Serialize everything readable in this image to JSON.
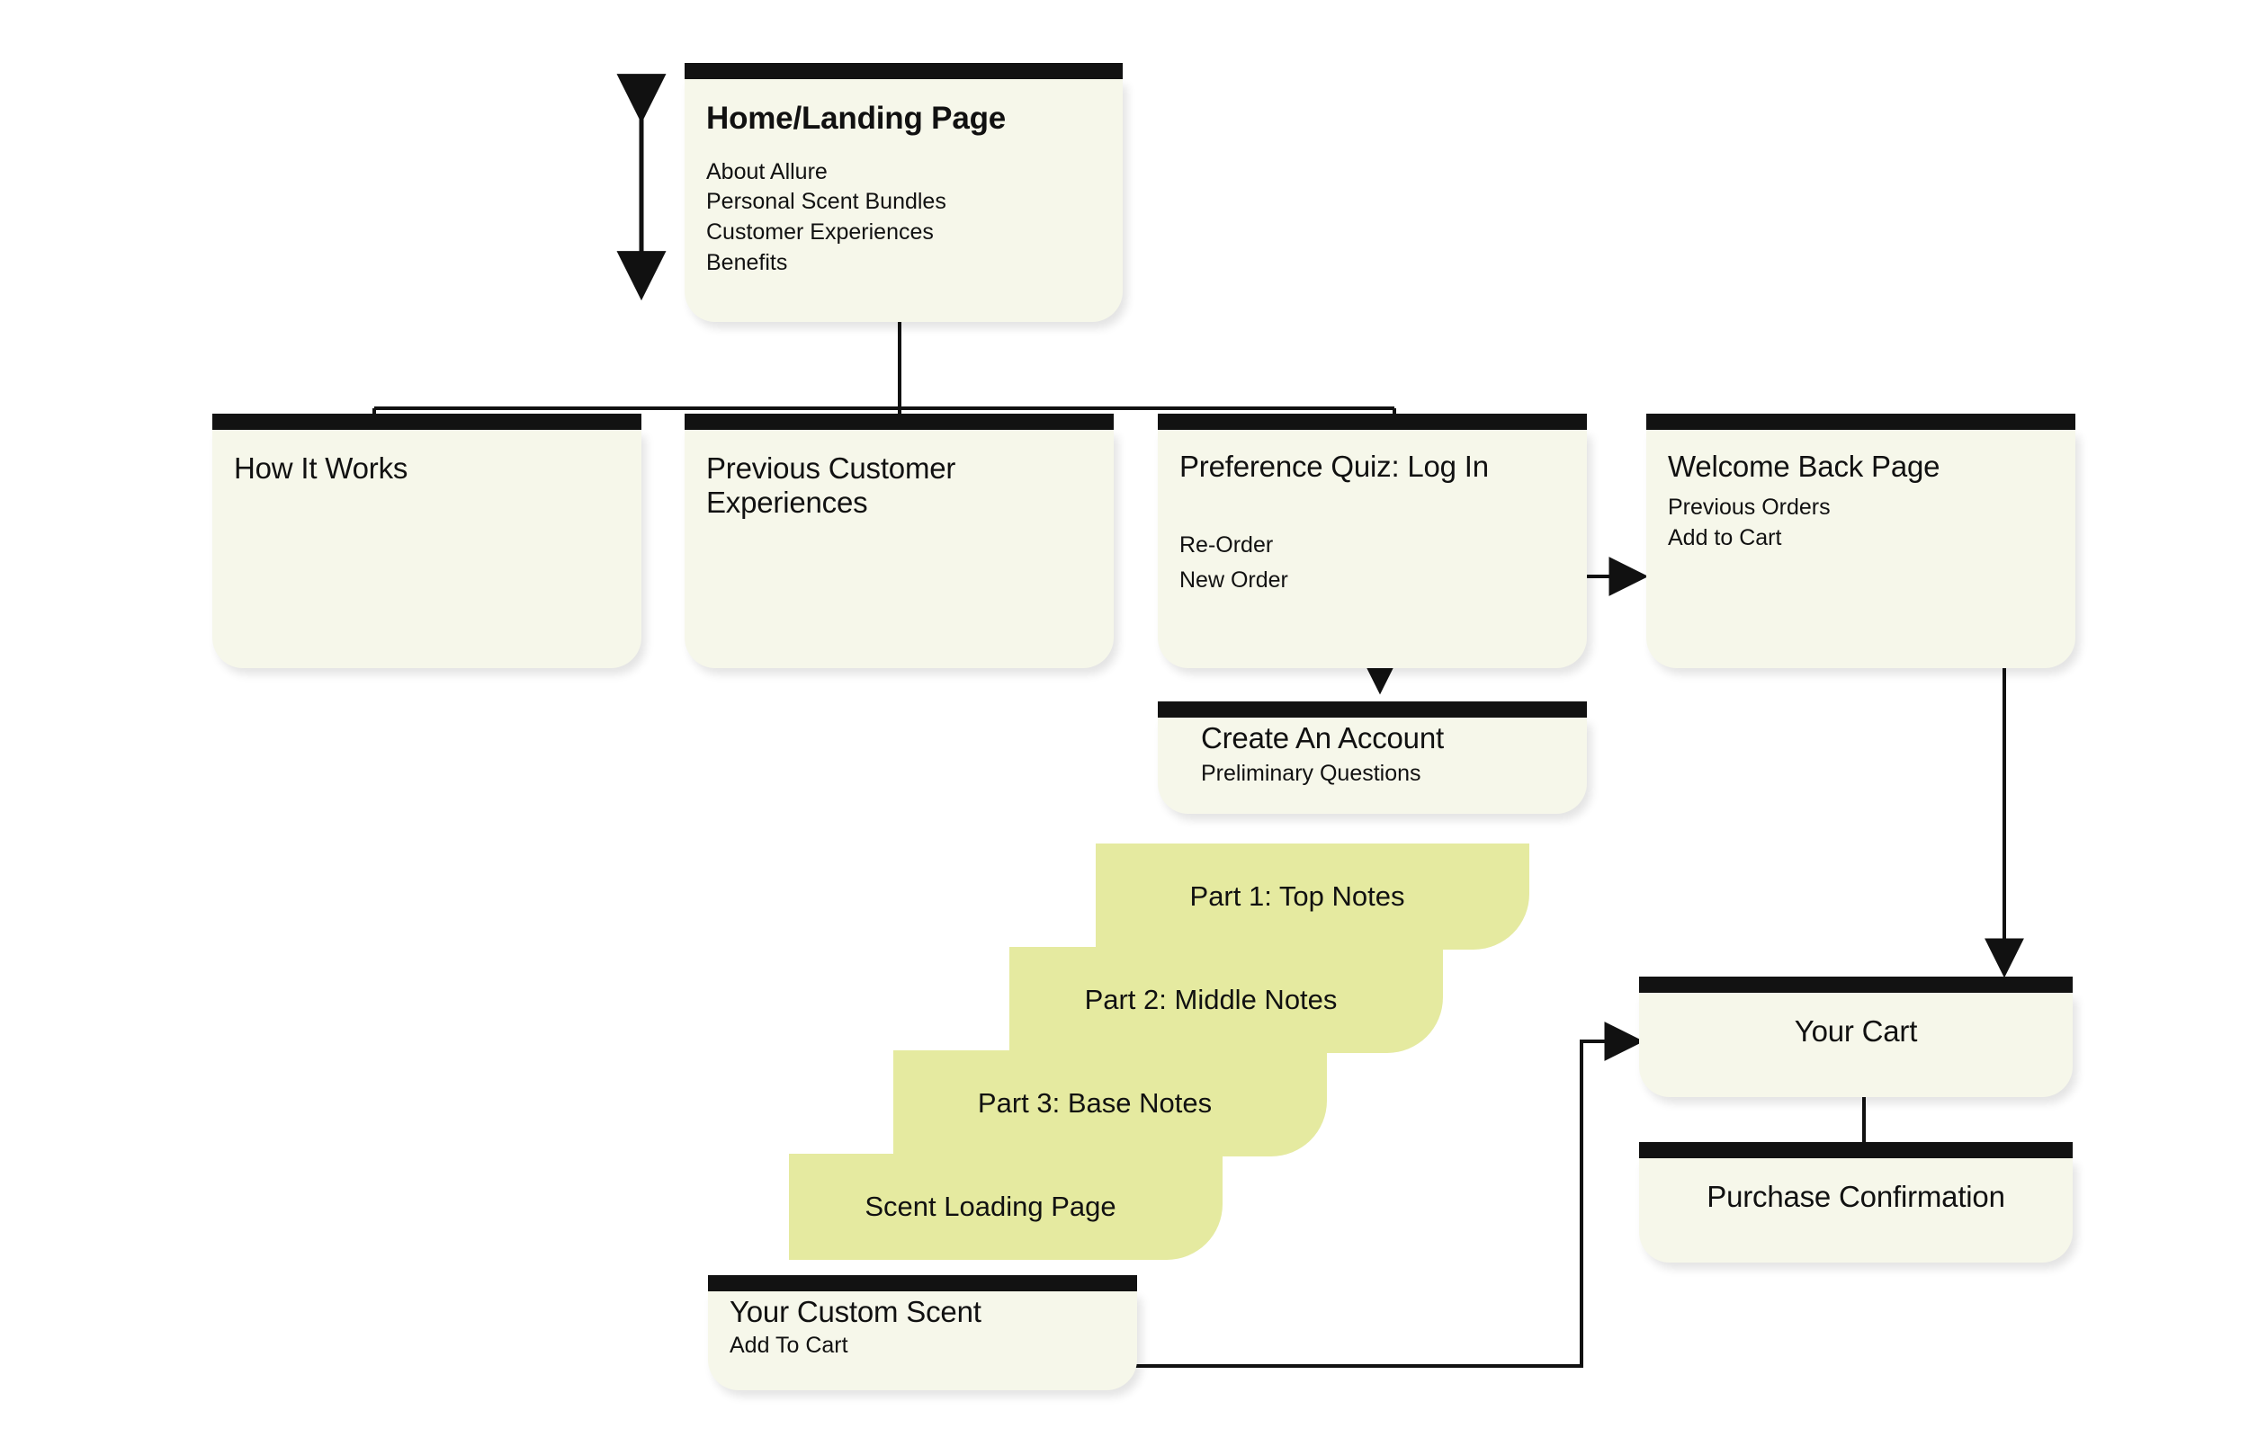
{
  "diagram": {
    "title": "Allure Scent Site Map / User Flow",
    "colors": {
      "card_cream": "#f6f7ea",
      "card_yellow": "#e5eaa0",
      "header_bar": "#121212",
      "connector": "#111111",
      "page_background": "#ffffff"
    }
  },
  "nodes": {
    "home": {
      "title": "Home/Landing Page",
      "items": [
        "About Allure",
        "Personal Scent Bundles",
        "Customer Experiences",
        "Benefits"
      ]
    },
    "how_it_works": {
      "title": "How It Works",
      "items": []
    },
    "previous_customer_experiences": {
      "title": "Previous Customer\nExperiences",
      "items": []
    },
    "preference_quiz": {
      "title": "Preference Quiz: Log In",
      "items": [
        "Re-Order",
        "New Order"
      ]
    },
    "welcome_back": {
      "title": "Welcome Back Page",
      "items": [
        "Previous Orders",
        "Add to Cart"
      ]
    },
    "create_account": {
      "title": "Create An Account",
      "items": [
        "Preliminary Questions"
      ]
    },
    "part1": {
      "title": "Part 1: Top Notes"
    },
    "part2": {
      "title": "Part 2: Middle Notes"
    },
    "part3": {
      "title": "Part 3: Base Notes"
    },
    "scent_loading": {
      "title": "Scent Loading Page"
    },
    "custom_scent": {
      "title": "Your Custom Scent",
      "items": [
        "Add To Cart"
      ]
    },
    "your_cart": {
      "title": "Your Cart",
      "items": []
    },
    "purchase_confirmation": {
      "title": "Purchase Confirmation",
      "items": []
    }
  },
  "connectors": [
    {
      "name": "scroll-indicator-home",
      "kind": "double-arrow-vertical"
    },
    {
      "name": "home-to-row2-tree",
      "kind": "tree-branch"
    },
    {
      "name": "reorder-to-welcome-back",
      "kind": "arrow-right"
    },
    {
      "name": "new-order-to-create-account",
      "kind": "arrow-down"
    },
    {
      "name": "welcome-back-add-to-cart-to-your-cart",
      "kind": "elbow-arrow-down"
    },
    {
      "name": "custom-scent-add-to-cart-to-your-cart",
      "kind": "elbow-arrow-right"
    },
    {
      "name": "your-cart-to-purchase-confirmation",
      "kind": "line-vertical"
    }
  ]
}
